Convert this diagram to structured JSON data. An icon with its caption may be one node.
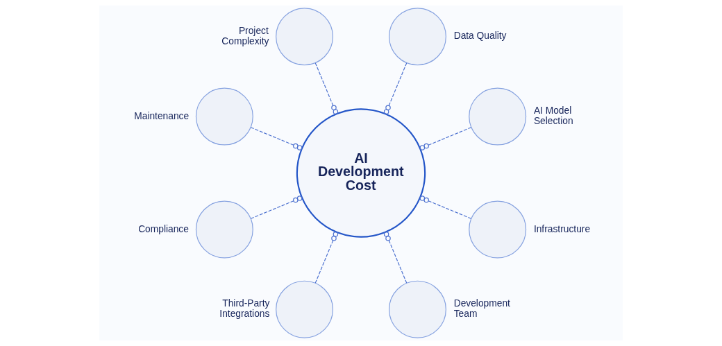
{
  "diagram": {
    "nodes": [
      {
        "text": [
          "AI Development Cost"
        ]
      },
      {
        "text": [
          "Project Complexity"
        ]
      },
      {
        "text": [
          "Data Quality"
        ]
      },
      {
        "text": [
          "Maintenance"
        ]
      },
      {
        "text": [
          "AI Model Selection"
        ]
      },
      {
        "text": [
          "Compliance"
        ]
      },
      {
        "text": [
          "Infrastructure"
        ]
      },
      {
        "text": [
          "Third-Party Integrations"
        ]
      },
      {
        "text": [
          "Development Team"
        ]
      }
    ],
    "edges": [
      {
        "from": 1,
        "to": 0,
        "arrow": "other",
        "style": "dashed"
      },
      {
        "from": 2,
        "to": 0,
        "arrow": "other",
        "style": "dashed"
      },
      {
        "from": 4,
        "to": 0,
        "arrow": "other",
        "style": "dashed"
      },
      {
        "from": 6,
        "to": 0,
        "arrow": "other",
        "style": "dashed"
      },
      {
        "from": 8,
        "to": 0,
        "arrow": "other",
        "style": "dashed"
      },
      {
        "from": 7,
        "to": 0,
        "arrow": "other",
        "style": "dashed"
      },
      {
        "from": 5,
        "to": 0,
        "arrow": "other",
        "style": "dashed"
      },
      {
        "from": 3,
        "to": 0,
        "arrow": "other",
        "style": "dashed"
      }
    ]
  }
}
